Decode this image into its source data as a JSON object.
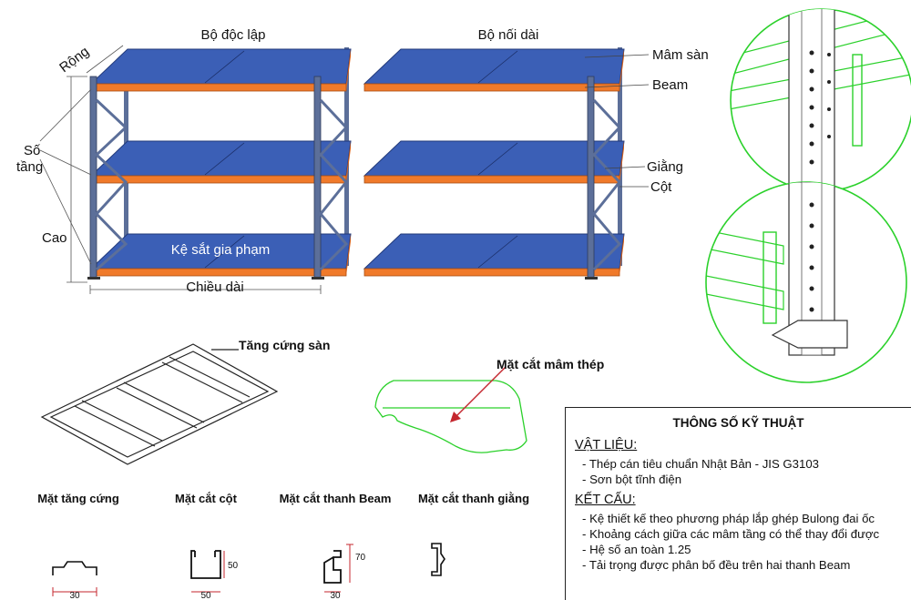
{
  "labels": {
    "standalone_unit": "Bộ độc lập",
    "extension_unit": "Bộ nối dài",
    "width": "Rộng",
    "levels_line1": "Số",
    "levels_line2": "tầng",
    "height": "Cao",
    "length": "Chiều dài",
    "watermark": "Kệ sắt gia phạm",
    "deck": "Mâm sàn",
    "beam": "Beam",
    "brace": "Giằng",
    "column": "Cột",
    "deck_stiffener": "Tăng cứng sàn",
    "deck_section": "Mặt cắt mâm thép"
  },
  "sections": [
    {
      "title": "Mặt tăng cứng",
      "dims": [
        "30"
      ]
    },
    {
      "title": "Mặt cắt cột",
      "dims": [
        "50",
        "50"
      ]
    },
    {
      "title": "Mặt cắt thanh Beam",
      "dims": [
        "70",
        "30"
      ]
    },
    {
      "title": "Mặt cắt thanh giằng",
      "dims": []
    }
  ],
  "specs": {
    "title": "THÔNG SỐ KỸ THUẬT",
    "material_heading": "VẬT LIỆU:",
    "material_items": [
      "Thép cán tiêu chuẩn Nhật Bản - JIS G3103",
      "Sơn bột tĩnh điện"
    ],
    "structure_heading": "KẾT CẤU:",
    "structure_items": [
      "Kệ thiết kế theo phương pháp lắp ghép Bulong đai ốc",
      "Khoảng cách giữa các mâm tầng có thể thay đổi được",
      "Hệ số an toàn 1.25",
      "Tải trọng được phân bố đều trên hai thanh Beam"
    ]
  },
  "colors": {
    "deck": "#3b5fb6",
    "beam": "#f07a2a",
    "upright": "#5c6f99",
    "section_red": "#c4262e",
    "detail_green": "#2bd12b"
  }
}
